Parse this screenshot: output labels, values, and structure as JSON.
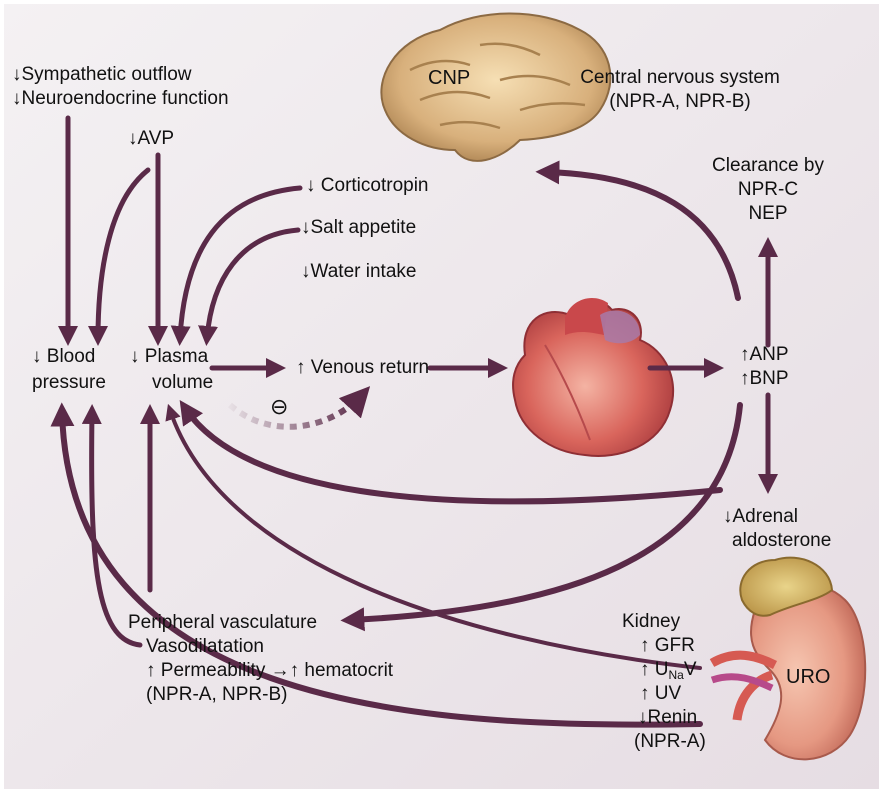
{
  "labels": {
    "symp_outflow": "↓Sympathetic outflow",
    "neuroendo": "↓Neuroendocrine function",
    "avp": "↓AVP",
    "cnp": "CNP",
    "cns_title": "Central nervous system",
    "cns_receptors": "(NPR-A, NPR-B)",
    "corticotropin": "↓ Corticotropin",
    "salt": "↓Salt appetite",
    "water": "↓Water intake",
    "clearance_1": "Clearance by",
    "clearance_2": "NPR-C",
    "clearance_3": "NEP",
    "bp_1": "↓ Blood",
    "bp_2": "pressure",
    "pv_1": "↓ Plasma",
    "pv_2": "volume",
    "venous": "↑ Venous return",
    "minus": "⊖",
    "anp": "↑ANP",
    "bnp": "↑BNP",
    "adrenal_1": "↓Adrenal",
    "adrenal_2": "aldosterone",
    "periph_1": "Peripheral vasculature",
    "periph_2": "Vasodilatation",
    "periph_3": "↑ Permeability →↑ hematocrit",
    "periph_4": "(NPR-A, NPR-B)",
    "kidney": "Kidney",
    "gfr": "↑ GFR",
    "una_pre": "↑ U",
    "una_sub": "Na",
    "una_post": "V",
    "uv": "↑ UV",
    "renin": "↓Renin",
    "kidney_receptor": "(NPR-A)",
    "uro": "URO"
  },
  "colors": {
    "arrow": "#5a2a48",
    "background": "#ece6ea"
  }
}
